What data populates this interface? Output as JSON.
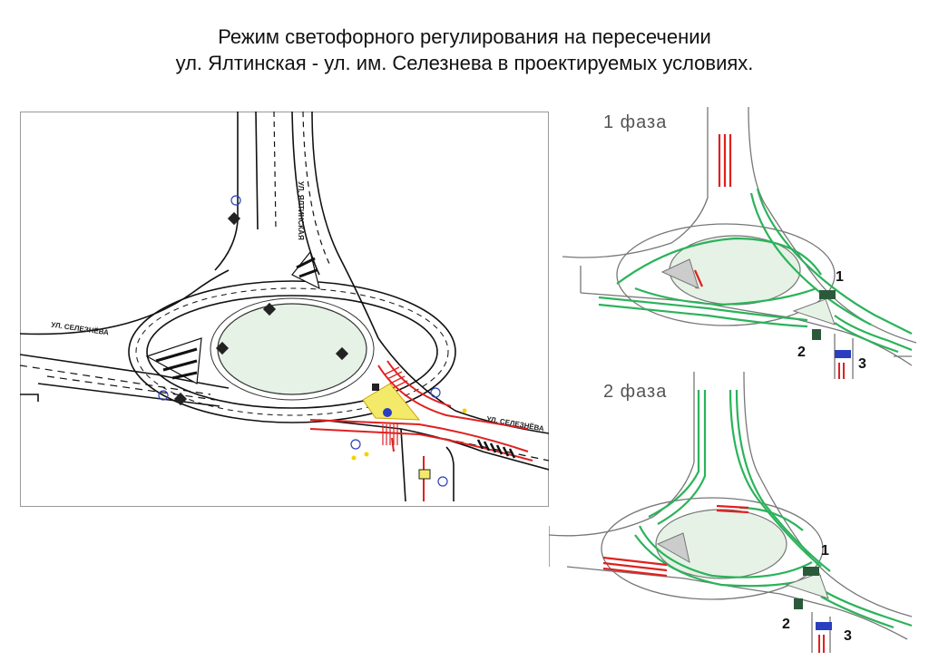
{
  "title": {
    "line1": "Режим светофорного регулирования на пересечении",
    "line2": "ул. Ялтинская - ул. им. Селезнева в проектируемых условиях."
  },
  "main_plan": {
    "street_yaltinskaya": "УЛ. ЯЛТИНСКАЯ",
    "street_seleznyova_left": "УЛ. СЕЛЕЗНЁВА",
    "street_seleznyova_right": "УЛ. СЕЛЕЗНЁВА"
  },
  "phases": [
    {
      "label": "1  фаза",
      "nodes": [
        "1",
        "2",
        "3"
      ]
    },
    {
      "label": "2  фаза",
      "nodes": [
        "1",
        "2",
        "3"
      ]
    }
  ],
  "colors": {
    "island": "#e6f2e6",
    "red_lane": "#e02020",
    "green_flow": "#2bb35a",
    "blue_signal": "#2a3fbf",
    "yellow_area": "#f4ea6a"
  }
}
